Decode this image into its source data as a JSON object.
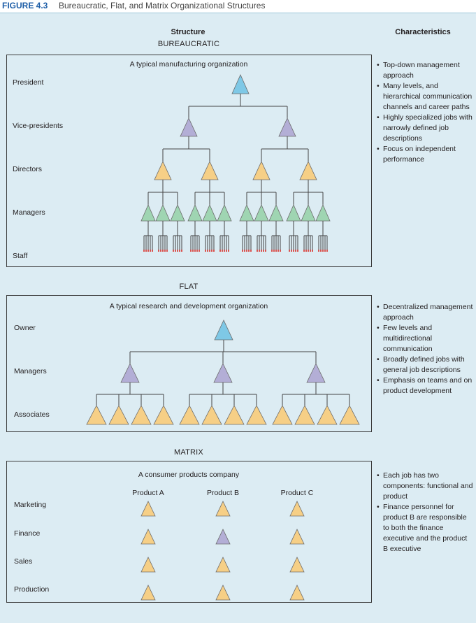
{
  "figure": {
    "label": "FIGURE 4.3",
    "title": "Bureaucratic, Flat, and Matrix Organizational Structures"
  },
  "columns": {
    "structure": "Structure",
    "characteristics": "Characteristics"
  },
  "colors": {
    "blue": "#7ec8e6",
    "purple": "#b3aed6",
    "yellow": "#f6cf86",
    "green": "#9fd5b2",
    "line": "#444444",
    "staff_red": "#d9534f"
  },
  "bureaucratic": {
    "title": "BUREAUCRATIC",
    "panel_title": "A typical manufacturing organization",
    "levels": [
      "President",
      "Vice-presidents",
      "Directors",
      "Managers",
      "Staff"
    ],
    "characteristics": [
      "Top-down management approach",
      "Many levels, and hierarchical communication channels and career paths",
      "Highly specialized jobs with narrowly defined job descriptions",
      "Focus on independent performance"
    ]
  },
  "flat": {
    "title": "FLAT",
    "panel_title": "A typical research and development organization",
    "levels": [
      "Owner",
      "Managers",
      "Associates"
    ],
    "characteristics": [
      "Decentralized management approach",
      "Few levels and multidirectional communication",
      "Broadly defined jobs with general job descriptions",
      "Emphasis on teams and on product development"
    ]
  },
  "matrix": {
    "title": "MATRIX",
    "panel_title": "A consumer products company",
    "columns": [
      "Product A",
      "Product B",
      "Product C"
    ],
    "rows": [
      "Marketing",
      "Finance",
      "Sales",
      "Production"
    ],
    "highlight": {
      "row": "Finance",
      "column": "Product B"
    },
    "characteristics": [
      "Each job has two components: functional and product",
      "Finance personnel for product B are responsible to both the finance executive and the product B executive"
    ]
  }
}
